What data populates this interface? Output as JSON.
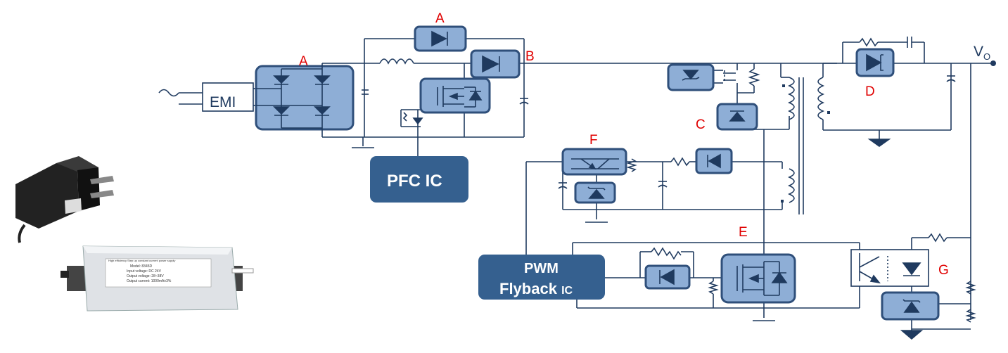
{
  "blocks": {
    "emi": "EMI",
    "pfc_ic": "PFC IC",
    "pwm_line1": "PWM",
    "pwm_line2": "Flyback",
    "pwm_line2_suffix": "IC",
    "vo_main": "V",
    "vo_sub": "O"
  },
  "labels": {
    "a_bridge": "A",
    "a_bypass": "A",
    "b": "B",
    "c": "C",
    "d": "D",
    "e": "E",
    "f": "F",
    "g": "G"
  },
  "products": {
    "driver_line1": "High efficiency Step up constant current power supply",
    "driver_line2": "Model: 8345D",
    "driver_line3": "Input voltage: DC 24V",
    "driver_line4": "Output voltage: 28~38V",
    "driver_line5": "Output current: 1000mA±3%"
  },
  "colors": {
    "block_fill": "#8eaed6",
    "block_stroke": "#2f4f7a",
    "ic_fill": "#35608f",
    "wire": "#1f3a5f",
    "label": "#e00000"
  }
}
